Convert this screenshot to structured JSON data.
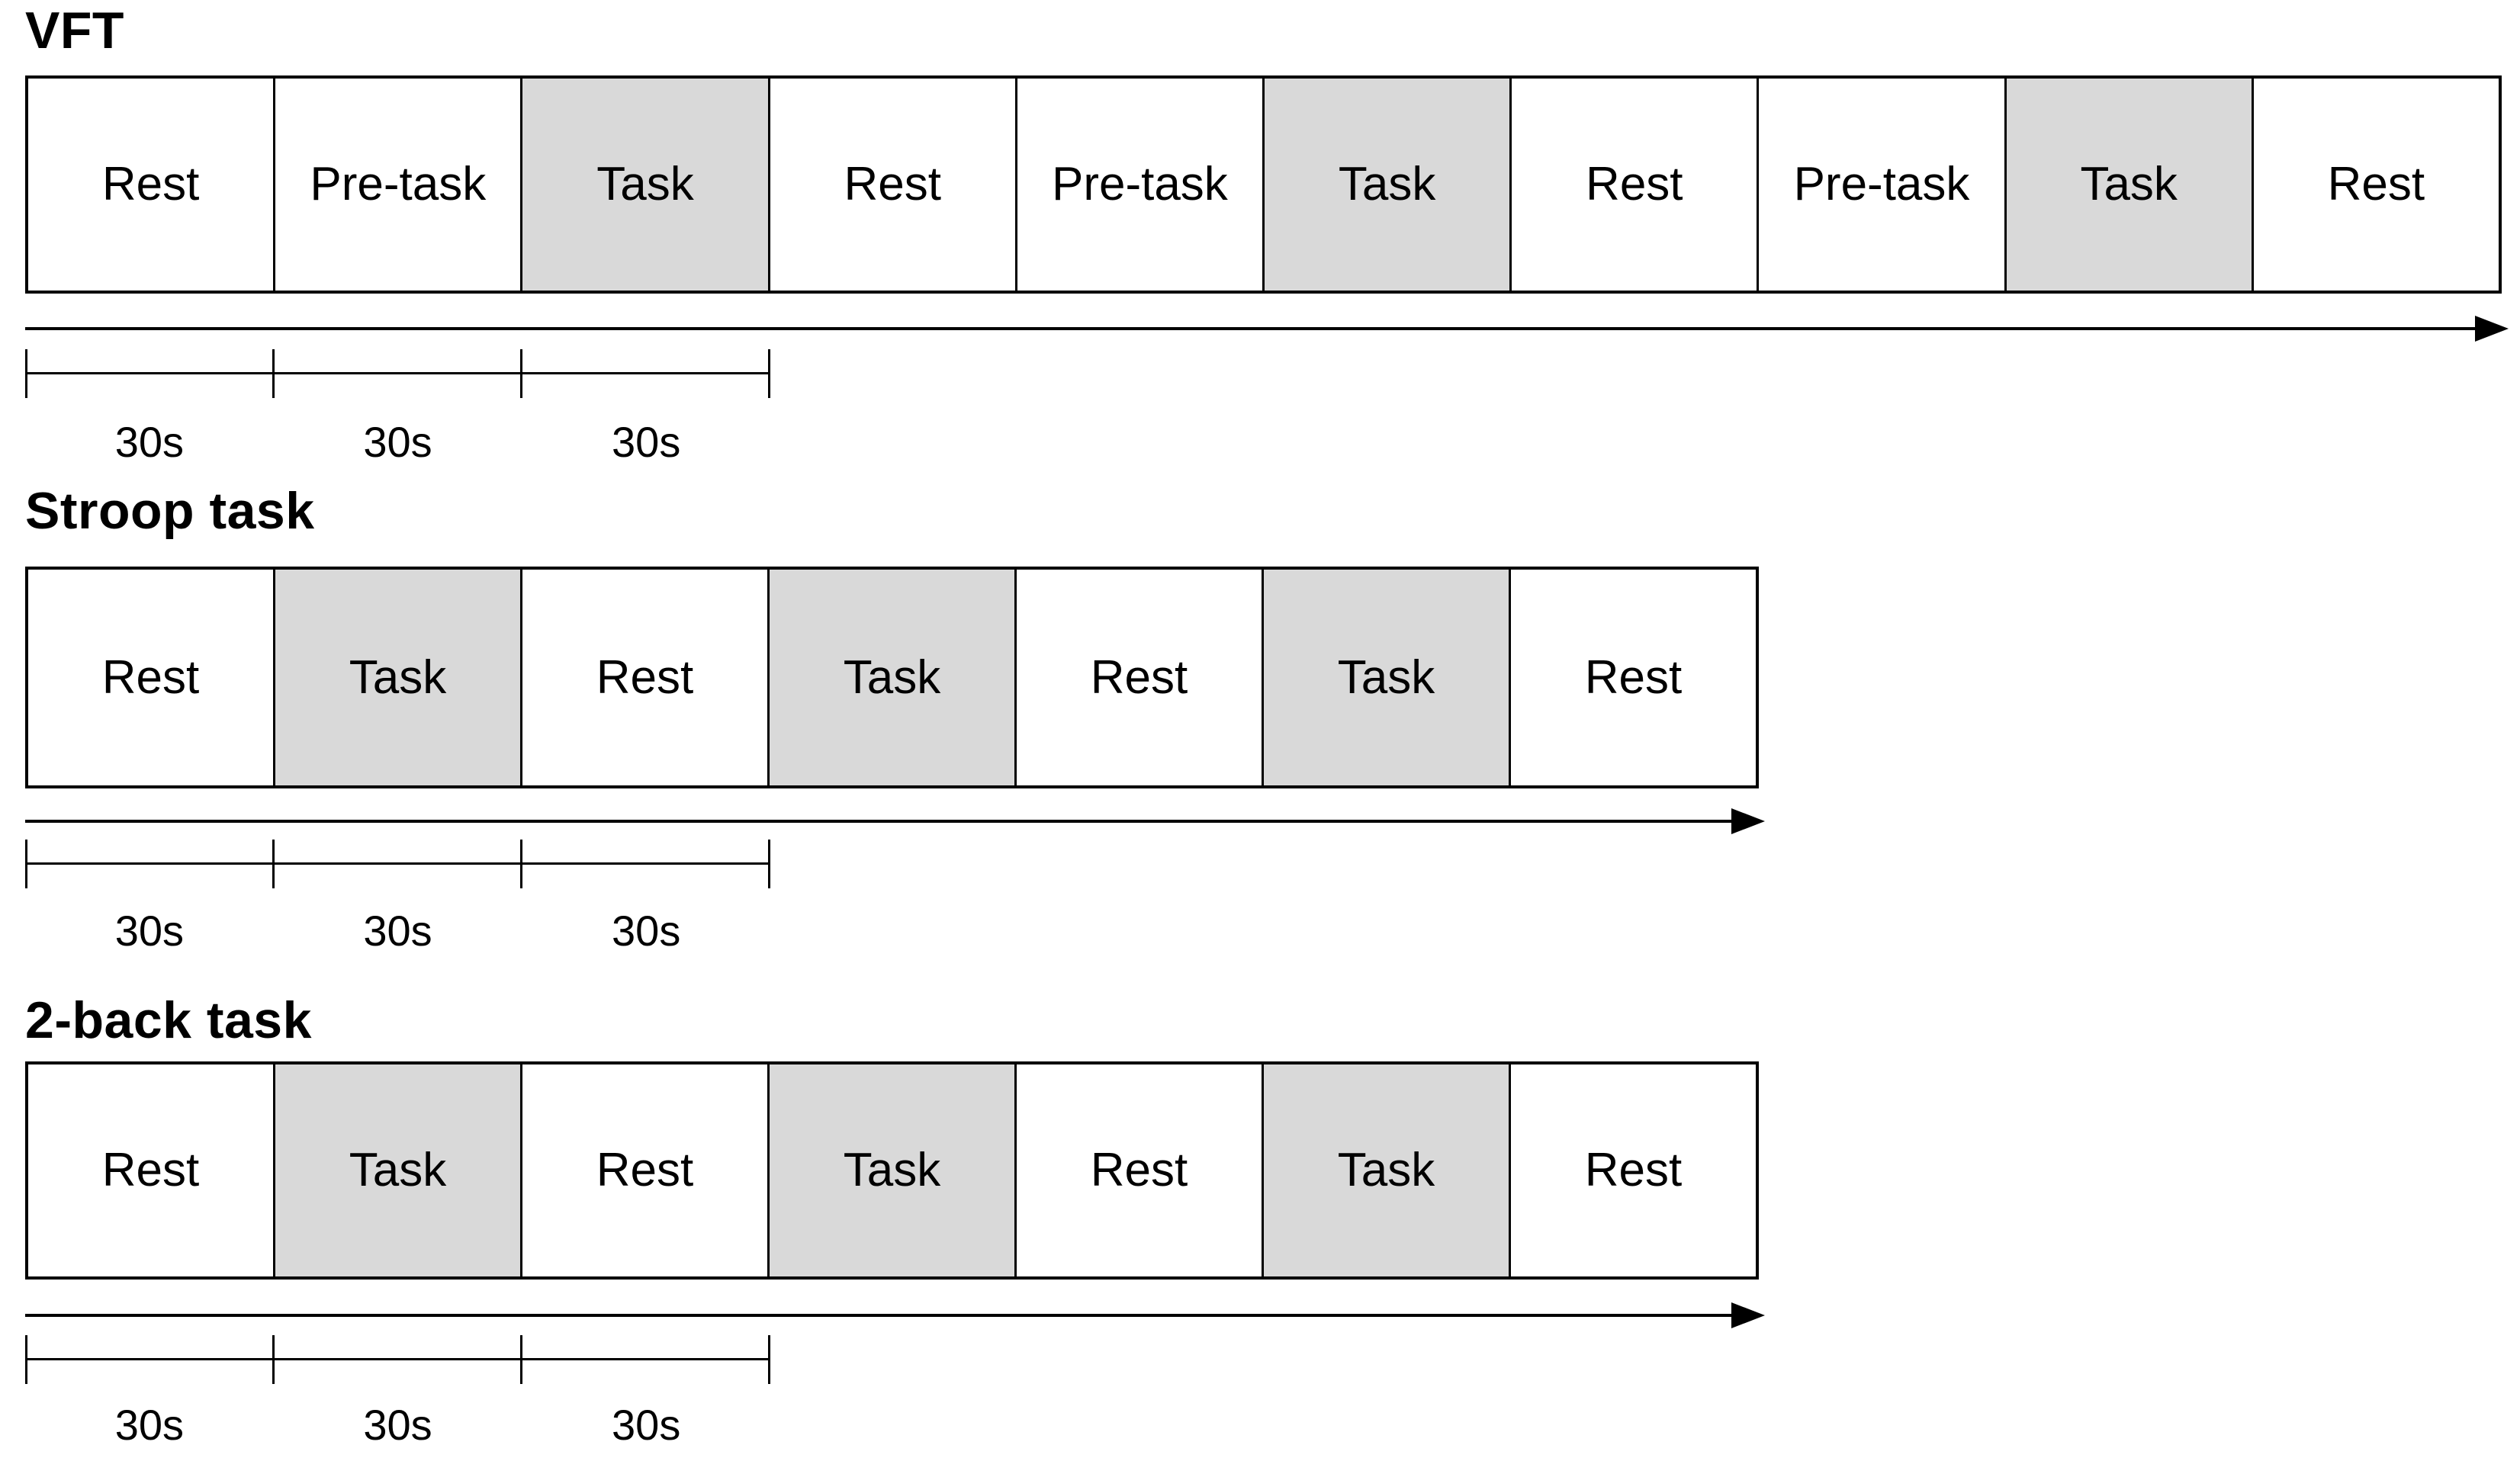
{
  "figure": {
    "background": "#ffffff",
    "text_color": "#000000",
    "task_fill": "#d9d9d9",
    "rest_fill": "#ffffff",
    "line_color": "#000000"
  },
  "sections": [
    {
      "title": "VFT",
      "blocks": [
        {
          "label": "Rest",
          "shaded": false
        },
        {
          "label": "Pre-task",
          "shaded": false
        },
        {
          "label": "Task",
          "shaded": true
        },
        {
          "label": "Rest",
          "shaded": false
        },
        {
          "label": "Pre-task",
          "shaded": false
        },
        {
          "label": "Task",
          "shaded": true
        },
        {
          "label": "Rest",
          "shaded": false
        },
        {
          "label": "Pre-task",
          "shaded": false
        },
        {
          "label": "Task",
          "shaded": true
        },
        {
          "label": "Rest",
          "shaded": false
        }
      ],
      "durations": [
        "30s",
        "30s",
        "30s"
      ]
    },
    {
      "title": "Stroop task",
      "blocks": [
        {
          "label": "Rest",
          "shaded": false
        },
        {
          "label": "Task",
          "shaded": true
        },
        {
          "label": "Rest",
          "shaded": false
        },
        {
          "label": "Task",
          "shaded": true
        },
        {
          "label": "Rest",
          "shaded": false
        },
        {
          "label": "Task",
          "shaded": true
        },
        {
          "label": "Rest",
          "shaded": false
        }
      ],
      "durations": [
        "30s",
        "30s",
        "30s"
      ]
    },
    {
      "title": "2-back task",
      "blocks": [
        {
          "label": "Rest",
          "shaded": false
        },
        {
          "label": "Task",
          "shaded": true
        },
        {
          "label": "Rest",
          "shaded": false
        },
        {
          "label": "Task",
          "shaded": true
        },
        {
          "label": "Rest",
          "shaded": false
        },
        {
          "label": "Task",
          "shaded": true
        },
        {
          "label": "Rest",
          "shaded": false
        }
      ],
      "durations": [
        "30s",
        "30s",
        "30s"
      ]
    }
  ]
}
